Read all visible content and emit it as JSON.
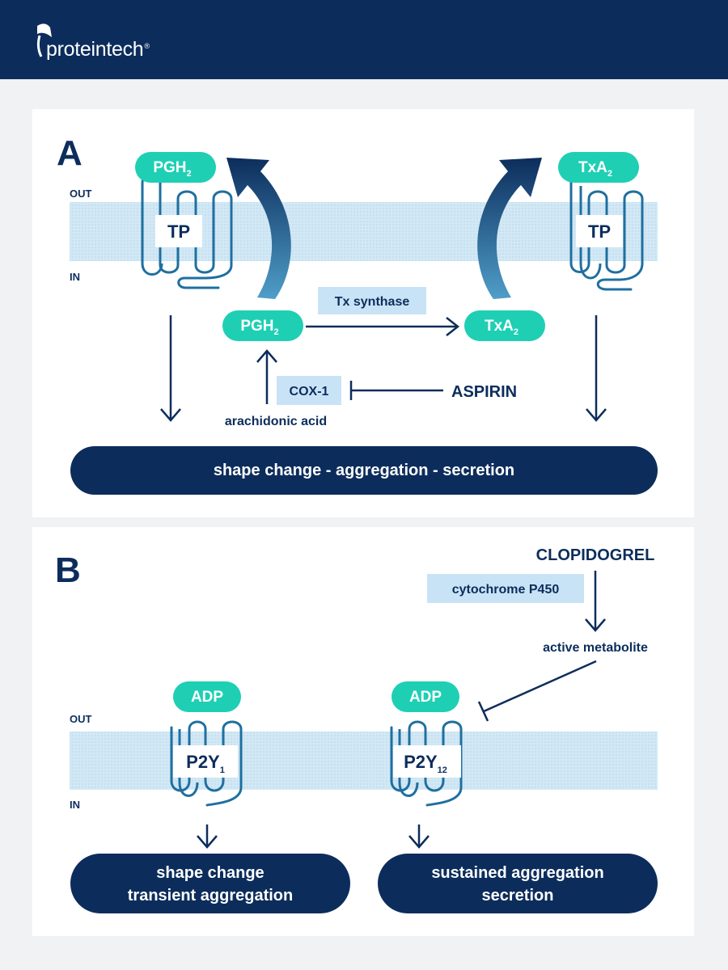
{
  "header": {
    "brand": "proteintech",
    "reg_mark": "®"
  },
  "panel_a": {
    "letter": "A",
    "out_label": "OUT",
    "in_label": "IN",
    "left_ligand": {
      "main": "PGH",
      "sub": "2"
    },
    "left_receptor": "TP",
    "right_ligand": {
      "main": "TxA",
      "sub": "2"
    },
    "right_receptor": "TP",
    "mid_left": {
      "main": "PGH",
      "sub": "2"
    },
    "mid_right": {
      "main": "TxA",
      "sub": "2"
    },
    "enzyme_tx": "Tx synthase",
    "enzyme_cox": "COX-1",
    "inhibitor": "ASPIRIN",
    "substrate": "arachidonic acid",
    "outcome": "shape change - aggregation - secretion"
  },
  "panel_b": {
    "letter": "B",
    "out_label": "OUT",
    "in_label": "IN",
    "drug": "CLOPIDOGREL",
    "enzyme": "cytochrome P450",
    "metabolite": "active metabolite",
    "left_ligand": "ADP",
    "left_receptor": {
      "main": "P2Y",
      "sub": "1"
    },
    "right_ligand": "ADP",
    "right_receptor": {
      "main": "P2Y",
      "sub": "12"
    },
    "left_outcome": [
      "shape change",
      "transient aggregation"
    ],
    "right_outcome": [
      "sustained aggregation",
      "secretion"
    ]
  },
  "colors": {
    "navy": "#0c2d5c",
    "teal": "#1ecfb4",
    "membrane": "#cfe5f3",
    "label_box": "#c9e3f6",
    "receptor_line": "#1f6fa0"
  }
}
